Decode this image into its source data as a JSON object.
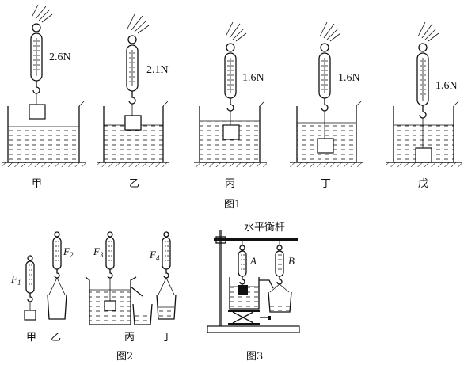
{
  "figure1": {
    "caption": "图1",
    "panels": [
      {
        "label": "甲",
        "reading": "2.6N"
      },
      {
        "label": "乙",
        "reading": "2.1N"
      },
      {
        "label": "丙",
        "reading": "1.6N"
      },
      {
        "label": "丁",
        "reading": "1.6N"
      },
      {
        "label": "戊",
        "reading": "1.6N"
      }
    ]
  },
  "figure2": {
    "caption": "图2",
    "labels": [
      "甲",
      "乙",
      "丙",
      "丁"
    ],
    "forces": [
      {
        "letter": "F",
        "sub": "1"
      },
      {
        "letter": "F",
        "sub": "2"
      },
      {
        "letter": "F",
        "sub": "3"
      },
      {
        "letter": "F",
        "sub": "4"
      }
    ]
  },
  "figure3": {
    "caption": "图3",
    "bar_label": "水平衡杆",
    "scale_a": "A",
    "scale_b": "B"
  }
}
